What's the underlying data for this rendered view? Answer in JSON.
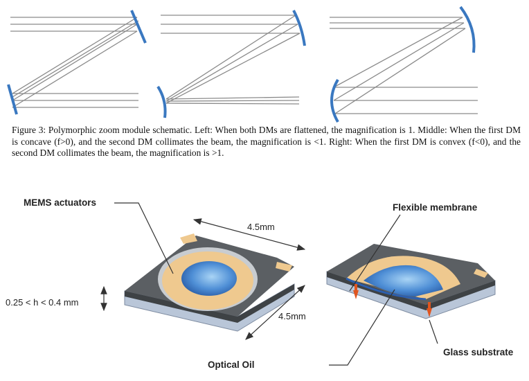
{
  "figure3": {
    "caption": "Figure 3: Polymorphic zoom module schematic.  Left: When both DMs are flattened, the magnification is 1. Middle: When the first DM is concave (f>0), and the second DM collimates the beam, the magnification is <1. Right: When the first DM is convex (f<0), and the second DM collimates the beam, the magnification is >1.",
    "panels": [
      "flat-flat",
      "concave-collimate",
      "convex-collimate"
    ]
  },
  "device_figure": {
    "labels": {
      "mems_actuators": "MEMS actuators",
      "width": "4.5mm",
      "length": "4.5mm",
      "thickness": "0.25 < h < 0.4 mm",
      "optical_oil": "Optical Oil",
      "flexible_membrane": "Flexible membrane",
      "glass_substrate": "Glass substrate"
    },
    "colors": {
      "mirror": "#3a78c0",
      "ray": "#8a8a8a",
      "frame": "#555a5e",
      "actuator": "#efc98f",
      "membrane": "#3d7cc9",
      "arrow": "#e0551f"
    }
  }
}
